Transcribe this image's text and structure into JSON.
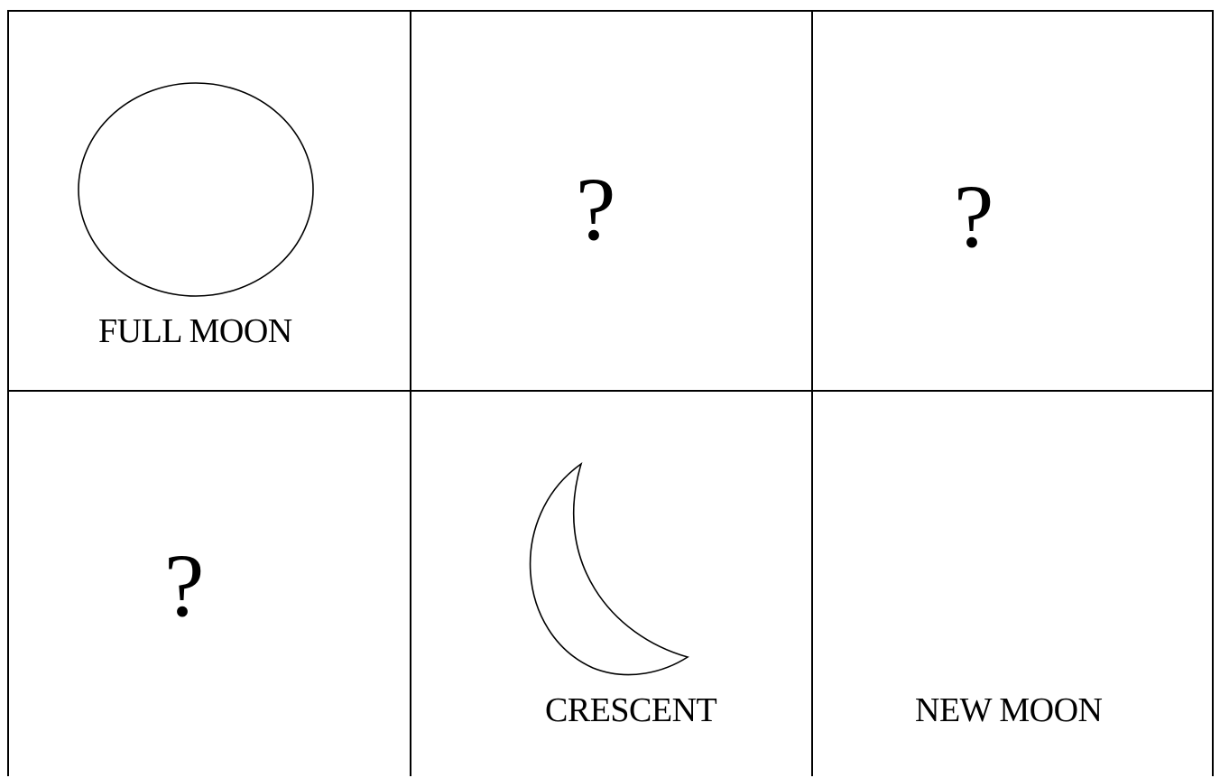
{
  "cells": [
    {
      "id": "full-moon",
      "label": "FULL MOON",
      "phase": "full"
    },
    {
      "id": "unknown-1",
      "mark": "?"
    },
    {
      "id": "unknown-2",
      "mark": "?"
    },
    {
      "id": "unknown-3",
      "mark": "?"
    },
    {
      "id": "crescent",
      "label": "CRESCENT",
      "phase": "crescent"
    },
    {
      "id": "new-moon",
      "label": "NEW MOON",
      "phase": "new"
    }
  ]
}
